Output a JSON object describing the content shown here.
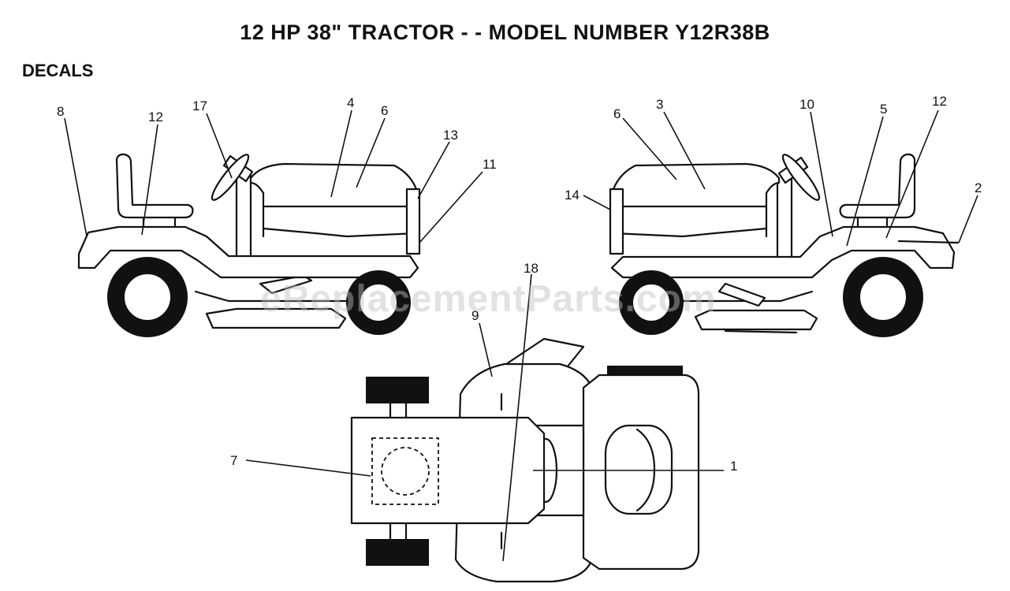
{
  "header": {
    "title": "12 HP 38\" TRACTOR - - MODEL NUMBER Y12R38B",
    "subtitle": "DECALS"
  },
  "watermark": "eReplacementParts.com",
  "callouts": {
    "left_view": [
      "8",
      "12",
      "17",
      "4",
      "6",
      "13",
      "11"
    ],
    "right_view": [
      "14",
      "6",
      "3",
      "10",
      "5",
      "12",
      "2"
    ],
    "top_view": [
      "18",
      "9",
      "7",
      "1"
    ]
  }
}
